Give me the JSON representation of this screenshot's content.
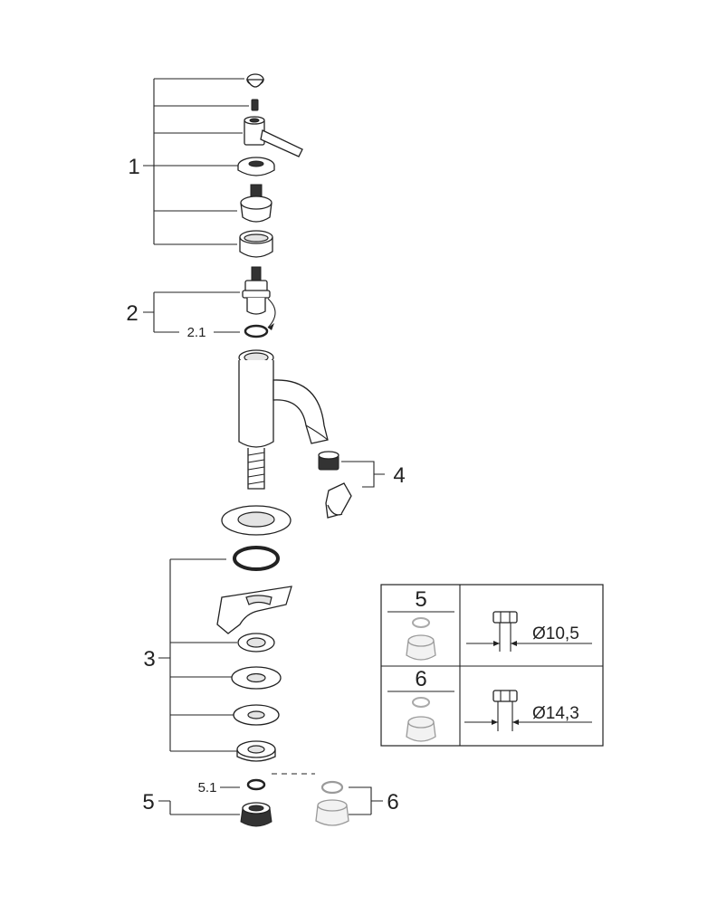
{
  "diagram": {
    "callouts": {
      "c1": "1",
      "c2": "2",
      "c2_1": "2.1",
      "c3": "3",
      "c4": "4",
      "c5": "5",
      "c5_1": "5.1",
      "c6": "6"
    },
    "legend_table": {
      "rows": [
        {
          "number": "5",
          "dimension": "Ø10,5"
        },
        {
          "number": "6",
          "dimension": "Ø14,3"
        }
      ]
    }
  }
}
